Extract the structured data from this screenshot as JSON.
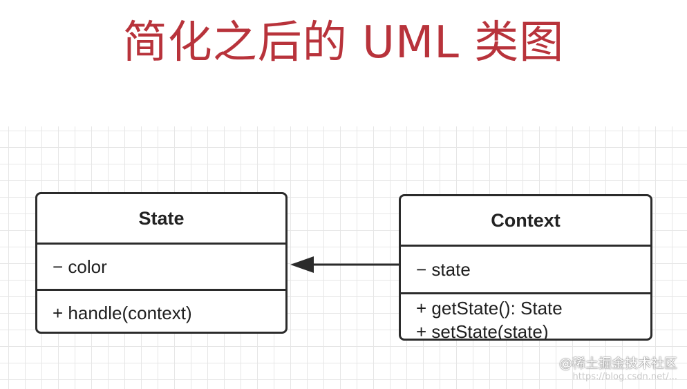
{
  "title": "简化之后的 UML 类图",
  "diagram": {
    "classes": [
      {
        "name": "State",
        "attributes": [
          "− color"
        ],
        "operations": [
          "+ handle(context)"
        ]
      },
      {
        "name": "Context",
        "attributes": [
          "− state"
        ],
        "operations": [
          "+ getState(): State",
          "+ setState(state)"
        ]
      }
    ],
    "relation": {
      "from": "Context",
      "to": "State",
      "type": "association"
    }
  },
  "watermark": {
    "brand": "@稀土掘金技术社区",
    "url": "https://blog.csdn.net/..."
  },
  "colors": {
    "title": "#b8333b",
    "stroke": "#2b2b2b",
    "grid": "#e6e6e6"
  }
}
